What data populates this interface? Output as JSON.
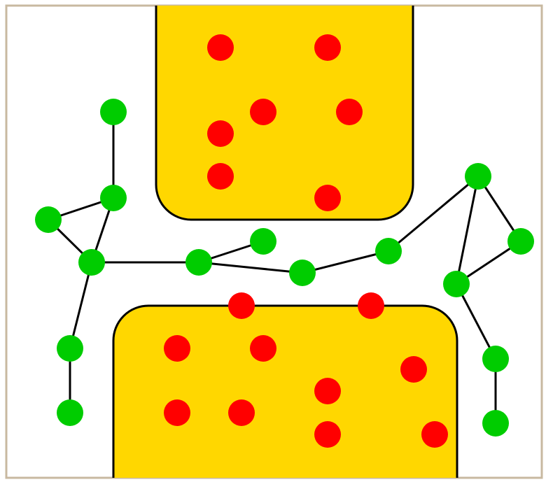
{
  "colors": {
    "frame": "#c8b9a0",
    "region_fill": "#ffd700",
    "outline": "#000000",
    "edge": "#000000",
    "red_node": "#ff0000",
    "green_node": "#00cc00"
  },
  "regions": [
    {
      "id": "top-region"
    },
    {
      "id": "bottom-region"
    }
  ],
  "red_nodes": [
    {
      "id": "r1"
    },
    {
      "id": "r2"
    },
    {
      "id": "r3"
    },
    {
      "id": "r4"
    },
    {
      "id": "r5"
    },
    {
      "id": "r6"
    },
    {
      "id": "r7"
    },
    {
      "id": "r8"
    },
    {
      "id": "r9"
    },
    {
      "id": "r10"
    },
    {
      "id": "r11"
    },
    {
      "id": "r12"
    },
    {
      "id": "r13"
    },
    {
      "id": "r14"
    },
    {
      "id": "r15"
    },
    {
      "id": "r16"
    },
    {
      "id": "r17"
    },
    {
      "id": "r18"
    }
  ],
  "green_nodes": [
    {
      "id": "g1"
    },
    {
      "id": "g2"
    },
    {
      "id": "g3"
    },
    {
      "id": "g4"
    },
    {
      "id": "g5"
    },
    {
      "id": "g6"
    },
    {
      "id": "g7"
    },
    {
      "id": "g8"
    },
    {
      "id": "g9"
    },
    {
      "id": "g10"
    },
    {
      "id": "g11"
    },
    {
      "id": "g12"
    },
    {
      "id": "g13"
    },
    {
      "id": "g14"
    },
    {
      "id": "g15"
    },
    {
      "id": "g16"
    }
  ],
  "green_edges": [
    [
      "g1",
      "g2"
    ],
    [
      "g2",
      "g3"
    ],
    [
      "g3",
      "g4"
    ],
    [
      "g2",
      "g4"
    ],
    [
      "g4",
      "g5"
    ],
    [
      "g4",
      "g6"
    ],
    [
      "g6",
      "g7"
    ],
    [
      "g5",
      "g8"
    ],
    [
      "g5",
      "g9"
    ],
    [
      "g9",
      "g10"
    ],
    [
      "g10",
      "g11"
    ],
    [
      "g11",
      "g12"
    ],
    [
      "g11",
      "g13"
    ],
    [
      "g12",
      "g13"
    ],
    [
      "g13",
      "g14"
    ],
    [
      "g14",
      "g15"
    ]
  ]
}
